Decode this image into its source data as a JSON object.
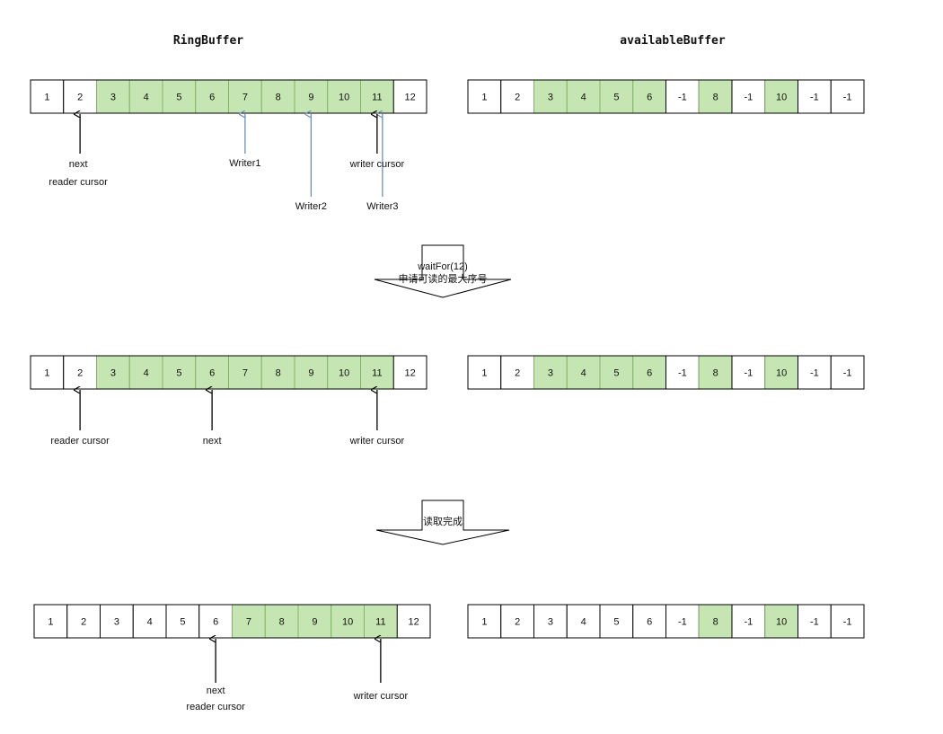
{
  "titles": {
    "ring_buffer": "RingBuffer",
    "available_buffer": "availableBuffer"
  },
  "colors": {
    "green_fill": "#c5e5b3",
    "green_stroke": "#82b366",
    "white_fill": "#ffffff",
    "black_arrow": "#000000",
    "blue_arrow": "#6c8ebf"
  },
  "rows": [
    {
      "ring": [
        "1",
        "2",
        "3",
        "4",
        "5",
        "6",
        "7",
        "8",
        "9",
        "10",
        "11",
        "12"
      ],
      "ring_green": [
        false,
        false,
        true,
        true,
        true,
        true,
        true,
        true,
        true,
        true,
        true,
        false
      ],
      "avail": [
        "1",
        "2",
        "3",
        "4",
        "5",
        "6",
        "-1",
        "8",
        "-1",
        "10",
        "-1",
        "-1"
      ],
      "avail_green": [
        false,
        false,
        true,
        true,
        true,
        true,
        false,
        true,
        false,
        true,
        false,
        false
      ],
      "pointers": [
        {
          "cell": 1,
          "color": "black",
          "lines": [
            "next",
            "reader cursor"
          ]
        },
        {
          "cell": 6,
          "color": "blue",
          "lines": [
            "Writer1"
          ]
        },
        {
          "cell": 8,
          "color": "blue",
          "lines": [
            "Writer2"
          ]
        },
        {
          "cell": 10,
          "color": "blue",
          "lines": [
            "Writer3"
          ]
        },
        {
          "cell": 10,
          "color": "black",
          "lines": [
            "writer cursor"
          ]
        }
      ]
    },
    {
      "ring": [
        "1",
        "2",
        "3",
        "4",
        "5",
        "6",
        "7",
        "8",
        "9",
        "10",
        "11",
        "12"
      ],
      "ring_green": [
        false,
        false,
        true,
        true,
        true,
        true,
        true,
        true,
        true,
        true,
        true,
        false
      ],
      "avail": [
        "1",
        "2",
        "3",
        "4",
        "5",
        "6",
        "-1",
        "8",
        "-1",
        "10",
        "-1",
        "-1"
      ],
      "avail_green": [
        false,
        false,
        true,
        true,
        true,
        true,
        false,
        true,
        false,
        true,
        false,
        false
      ],
      "pointers": [
        {
          "cell": 1,
          "color": "black",
          "lines": [
            "reader cursor"
          ]
        },
        {
          "cell": 5,
          "color": "black",
          "lines": [
            "next"
          ]
        },
        {
          "cell": 10,
          "color": "black",
          "lines": [
            "writer cursor"
          ]
        }
      ]
    },
    {
      "ring": [
        "1",
        "2",
        "3",
        "4",
        "5",
        "6",
        "7",
        "8",
        "9",
        "10",
        "11",
        "12"
      ],
      "ring_green": [
        false,
        false,
        false,
        false,
        false,
        false,
        true,
        true,
        true,
        true,
        true,
        false
      ],
      "avail": [
        "1",
        "2",
        "3",
        "4",
        "5",
        "6",
        "-1",
        "8",
        "-1",
        "10",
        "-1",
        "-1"
      ],
      "avail_green": [
        false,
        false,
        false,
        false,
        false,
        false,
        false,
        true,
        false,
        true,
        false,
        false
      ],
      "pointers": [
        {
          "cell": 5,
          "color": "black",
          "lines": [
            "next",
            "reader cursor"
          ]
        },
        {
          "cell": 10,
          "color": "black",
          "lines": [
            "writer cursor"
          ]
        }
      ]
    }
  ],
  "steps": [
    {
      "lines": [
        "waitFor(12)",
        "申请可读的最大序号"
      ]
    },
    {
      "lines": [
        "读取完成"
      ]
    }
  ]
}
